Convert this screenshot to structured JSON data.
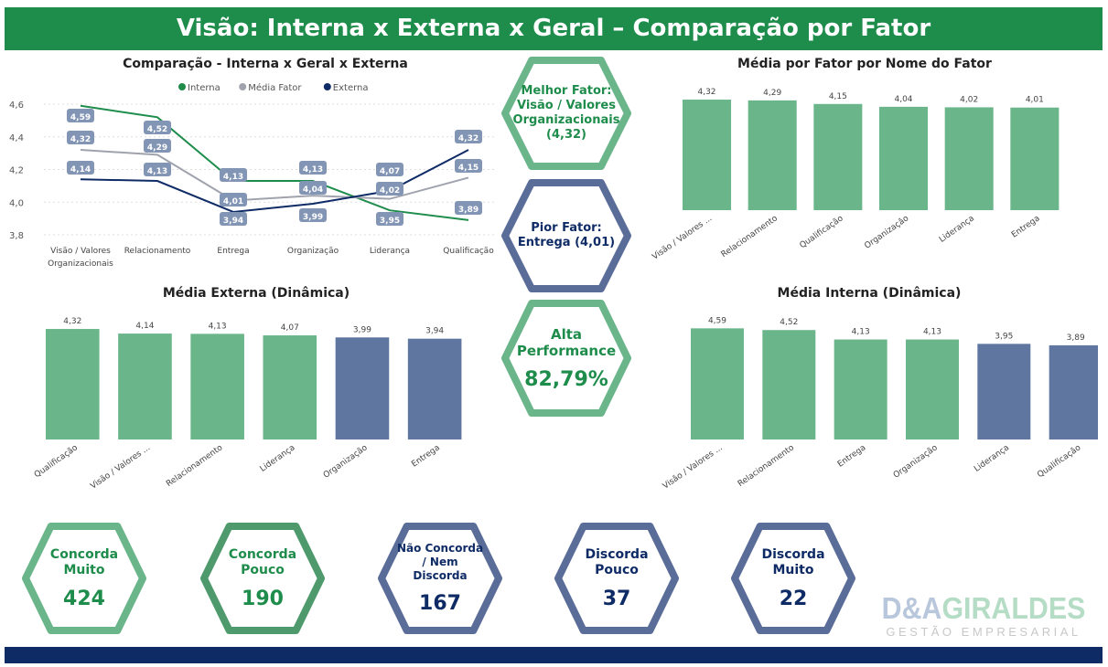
{
  "header": {
    "title": "Visão: Interna x Externa x Geral – Comparação por Fator"
  },
  "colors": {
    "green": "#1e8c4b",
    "bar_green": "#6ab58a",
    "bar_navy": "#5f77a0",
    "navy": "#0f2b66",
    "grey": "#a0a3ad",
    "label_box": "#8395b5"
  },
  "chart_data": [
    {
      "type": "line",
      "title": "Comparação - Interna x Geral x Externa",
      "categories": [
        "Visão / Valores Organizacionais",
        "Relacionamento",
        "Entrega",
        "Organização",
        "Liderança",
        "Qualificação"
      ],
      "ylim": [
        3.8,
        4.6
      ],
      "yticks": [
        "4,6",
        "4,4",
        "4,2",
        "4,0",
        "3,8"
      ],
      "ytick_values": [
        4.6,
        4.4,
        4.2,
        4.0,
        3.8
      ],
      "grid": true,
      "legend": "top-center",
      "series": [
        {
          "name": "Interna",
          "color": "#1e8c4b",
          "values": [
            4.59,
            4.52,
            4.13,
            4.13,
            3.95,
            3.89
          ],
          "labels": [
            "4,59",
            "4,52",
            "4,13",
            "4,13",
            "3,95",
            "3,89"
          ]
        },
        {
          "name": "Média Fator",
          "color": "#a0a3ad",
          "values": [
            4.32,
            4.29,
            4.01,
            4.04,
            4.02,
            4.15
          ],
          "labels": [
            "4,32",
            "4,29",
            "4,01",
            "4,04",
            "4,02",
            "4,15"
          ]
        },
        {
          "name": "Externa",
          "color": "#0f2b66",
          "values": [
            4.14,
            4.13,
            3.94,
            3.99,
            4.07,
            4.32
          ],
          "labels": [
            "4,14",
            "4,13",
            "3,94",
            "3,99",
            "4,07",
            "4,32"
          ]
        }
      ]
    },
    {
      "type": "bar",
      "title": "Média por Fator por Nome do Fator",
      "categories": [
        "Visão / Valores ...",
        "Relacionamento",
        "Qualificação",
        "Organização",
        "Liderança",
        "Entrega"
      ],
      "values": [
        4.32,
        4.29,
        4.15,
        4.04,
        4.02,
        4.01
      ],
      "labels": [
        "4,32",
        "4,29",
        "4,15",
        "4,04",
        "4,02",
        "4,01"
      ],
      "colors": [
        "#6ab58a",
        "#6ab58a",
        "#6ab58a",
        "#6ab58a",
        "#6ab58a",
        "#6ab58a"
      ]
    },
    {
      "type": "bar",
      "title": "Média Externa (Dinâmica)",
      "categories": [
        "Qualificação",
        "Visão / Valores ...",
        "Relacionamento",
        "Liderança",
        "Organização",
        "Entrega"
      ],
      "values": [
        4.32,
        4.14,
        4.13,
        4.07,
        3.99,
        3.94
      ],
      "labels": [
        "4,32",
        "4,14",
        "4,13",
        "4,07",
        "3,99",
        "3,94"
      ],
      "colors": [
        "#6ab58a",
        "#6ab58a",
        "#6ab58a",
        "#6ab58a",
        "#5f77a0",
        "#5f77a0"
      ]
    },
    {
      "type": "bar",
      "title": "Média Interna (Dinâmica)",
      "categories": [
        "Visão / Valores ...",
        "Relacionamento",
        "Entrega",
        "Organização",
        "Liderança",
        "Qualificação"
      ],
      "values": [
        4.59,
        4.52,
        4.13,
        4.13,
        3.95,
        3.89
      ],
      "labels": [
        "4,59",
        "4,52",
        "4,13",
        "4,13",
        "3,95",
        "3,89"
      ],
      "colors": [
        "#6ab58a",
        "#6ab58a",
        "#6ab58a",
        "#6ab58a",
        "#5f77a0",
        "#5f77a0"
      ]
    }
  ],
  "kpis": {
    "best": {
      "lines": [
        "Melhor Fator:",
        "Visão / Valores",
        "Organizacionais",
        "(4,32)"
      ]
    },
    "worst": {
      "lines": [
        "Pior Fator:",
        "Entrega (4,01)"
      ]
    },
    "performance": {
      "label1": "Alta",
      "label2": "Performance",
      "value": "82,79%"
    }
  },
  "counts": [
    {
      "lines": [
        "Concorda",
        "Muito"
      ],
      "value": "424"
    },
    {
      "lines": [
        "Concorda",
        "Pouco"
      ],
      "value": "190"
    },
    {
      "lines": [
        "Não Concorda",
        "/ Nem",
        "Discorda"
      ],
      "value": "167"
    },
    {
      "lines": [
        "Discorda",
        "Pouco"
      ],
      "value": "37"
    },
    {
      "lines": [
        "Discorda",
        "Muito"
      ],
      "value": "22"
    }
  ],
  "logo": {
    "brand1": "D&A",
    "brand2": "GIRALDES",
    "tagline": "GESTÃO EMPRESARIAL"
  }
}
